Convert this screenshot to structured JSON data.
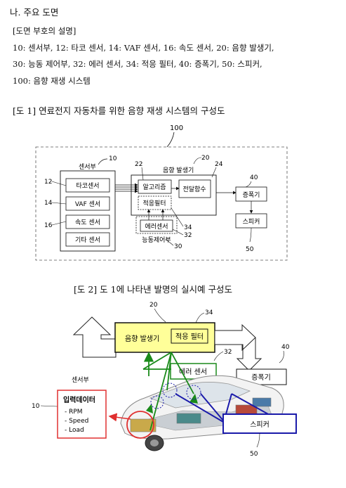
{
  "section": {
    "heading": "나. 주요 도면",
    "legend_title": "[도면 부호의 설명]",
    "legend_line1": "10: 센서부, 12: 타코 센서, 14: VAF 센서, 16: 속도 센서, 20: 음향 발생기,",
    "legend_line2": "30: 능동 제어부, 32: 에러 센서, 34: 적응 필터, 40: 증폭기, 50: 스피커,",
    "legend_line3": "100: 음향 재생 시스템"
  },
  "fig1": {
    "caption": "[도 1] 연료전지 자동차를 위한 음향 재생 시스템의 구성도",
    "ref_system": "100",
    "ref_sensor_unit": "10",
    "sensor_unit_label": "센서부",
    "ref_tacho": "12",
    "ref_vaf": "14",
    "ref_speed": "16",
    "tacho_sensor": "타코센서",
    "vaf_sensor": "VAF 센서",
    "speed_sensor": "속도 센서",
    "other_sensor": "기타 센서",
    "ref_algorithm": "22",
    "ref_generator": "20",
    "ref_transfer": "24",
    "generator_label": "음향 발생기",
    "algorithm": "알고리즘",
    "adaptive_filter": "적응필터",
    "transfer_function": "전달함수",
    "error_sensor": "에러센서",
    "active_control_label": "능동제어부",
    "ref_filter": "34",
    "ref_error": "32",
    "ref_active": "30",
    "ref_amp": "40",
    "amplifier": "증폭기",
    "speaker": "스피커",
    "ref_speaker": "50"
  },
  "fig2": {
    "caption": "[도 2] 도 1에 나타낸 발명의 실시예 구성도",
    "ref_generator": "20",
    "ref_filter": "34",
    "generator_label": "음향 발생기",
    "filter_label": "적응 필터",
    "ref_error": "32",
    "error_sensor": "에러 센서",
    "ref_amp": "40",
    "amplifier": "증폭기",
    "sensor_unit_label": "센서부",
    "ref_sensor_unit": "10",
    "input_data_title": "입력데이터",
    "input_items": [
      "- RPM",
      "- Speed",
      "- Load"
    ],
    "speaker": "스피커",
    "ref_speaker": "50"
  },
  "colors": {
    "generator_fill": "#ffff99",
    "green": "#1a8a1a",
    "red": "#e03030",
    "blue": "#1a1aaa",
    "dashed_border": "#555555"
  }
}
